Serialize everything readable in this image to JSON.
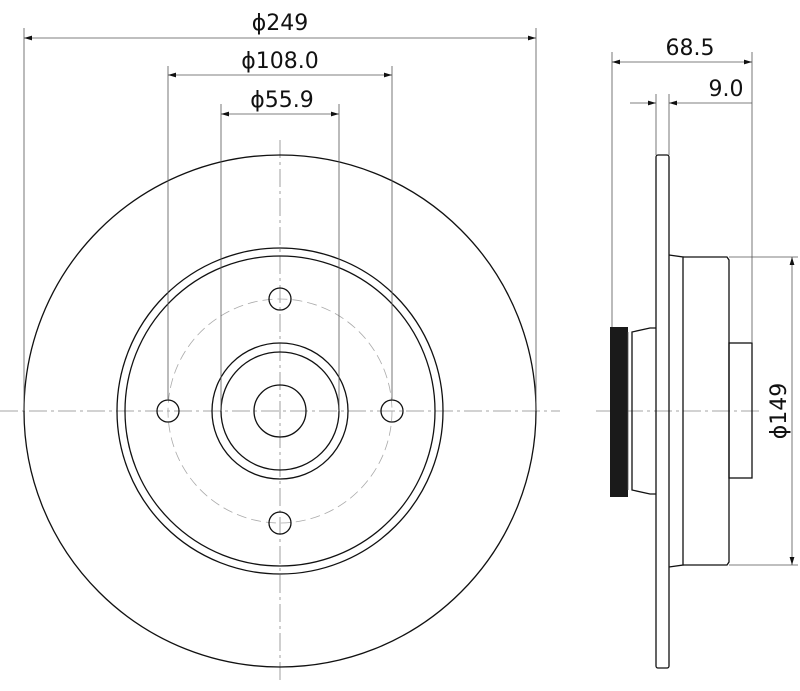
{
  "front_view": {
    "outer_diameter": "ϕ249",
    "bolt_circle_diameter": "ϕ108.0",
    "center_bore_diameter": "ϕ55.9",
    "bolt_holes": 4
  },
  "side_view": {
    "overall_height": "68.5",
    "disc_thickness": "9.0",
    "hat_diameter": "ϕ149"
  },
  "colors": {
    "line": "#111111",
    "background": "#ffffff"
  }
}
